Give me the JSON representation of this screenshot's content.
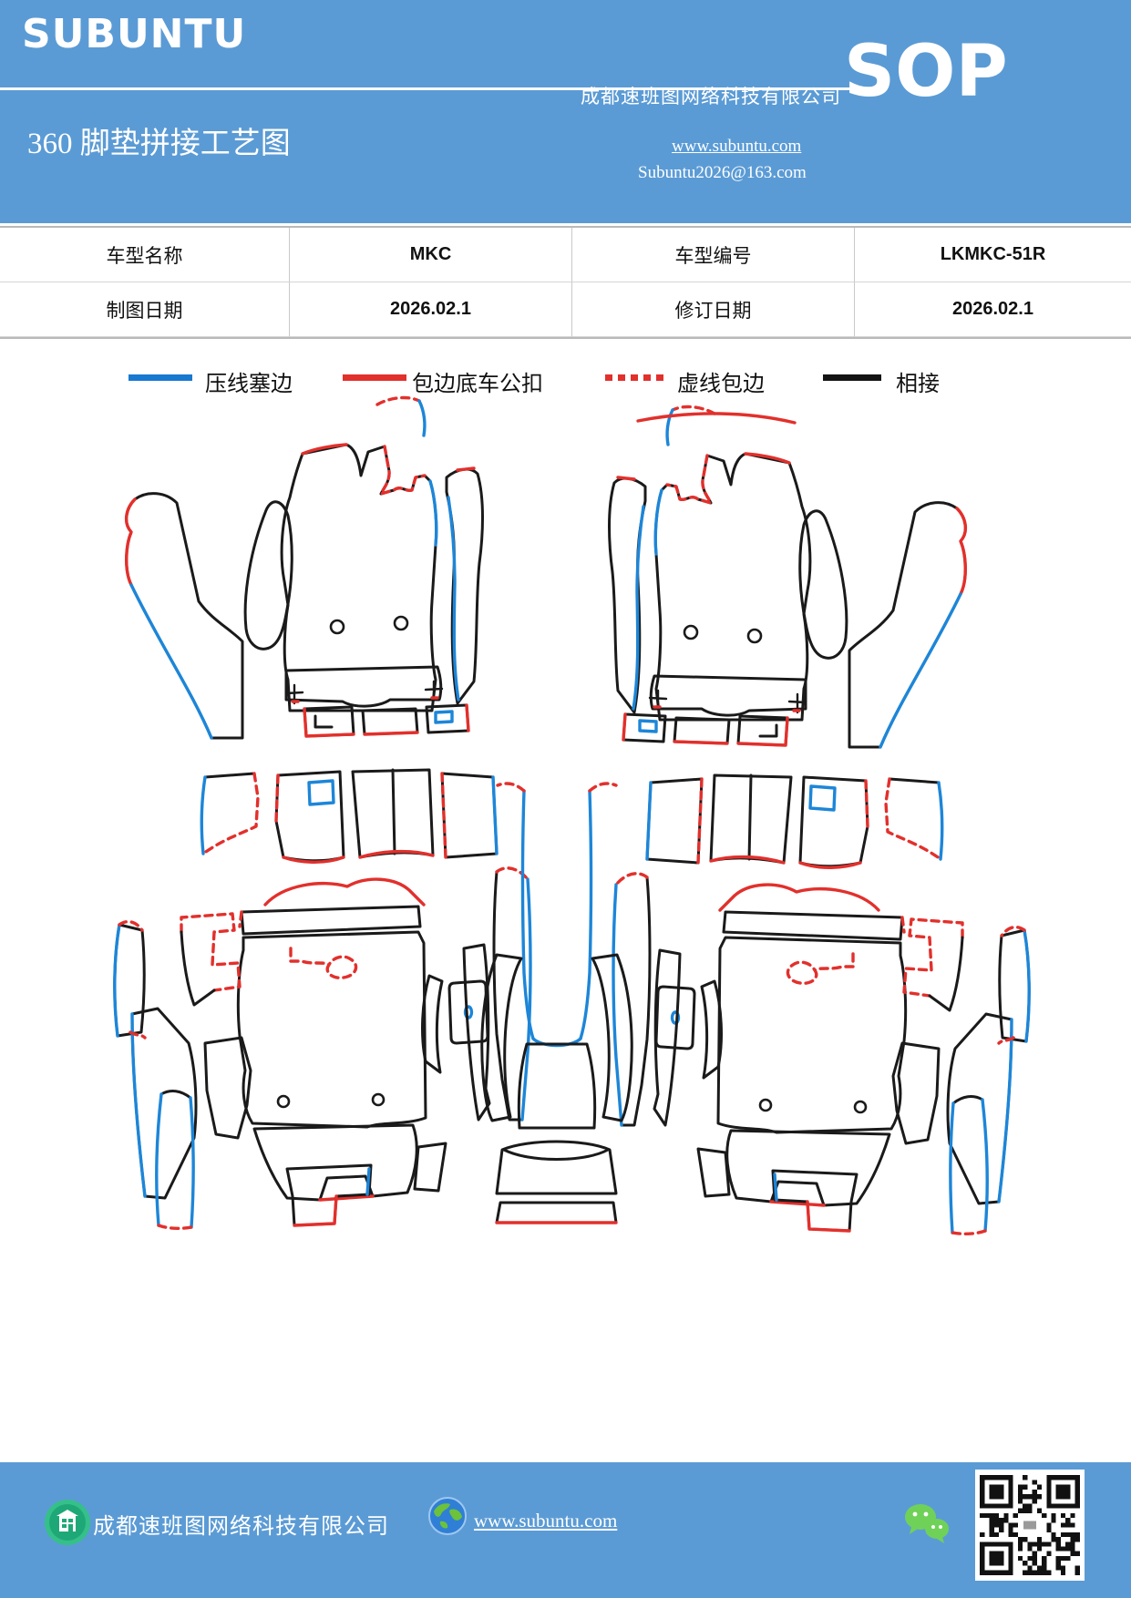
{
  "header": {
    "logo": "SUBUNTU",
    "title": "360 脚垫拼接工艺图",
    "company": "成都速班图网络科技有限公司",
    "badge": "SOP",
    "website": "www.subuntu.com",
    "email": "Subuntu2026@163.com"
  },
  "info_table": {
    "rows": [
      [
        "车型名称",
        "MKC",
        "车型编号",
        "LKMKC-51R"
      ],
      [
        "制图日期",
        "2026.02.1",
        "修订日期",
        "2026.02.1"
      ]
    ]
  },
  "legend": {
    "items": [
      {
        "label": "压线塞边",
        "color": "#1779d0",
        "style": "solid"
      },
      {
        "label": "包边底车公扣",
        "color": "#e2302c",
        "style": "solid"
      },
      {
        "label": "虚线包边",
        "color": "#e2302c",
        "style": "dashed"
      },
      {
        "label": "相接",
        "color": "#141414",
        "style": "solid"
      }
    ]
  },
  "diagram": {
    "description": "360 car foot-mat splicing pattern pieces: front-left mat set, front-right mat set, rear-left mat set, rear center tunnel set, rear-right mat set",
    "stroke_colors": {
      "outline": "#1a1a1a",
      "press_edge": "#1d86d8",
      "bind_edge": "#e2302c",
      "dashed_bind": "#e2302c"
    },
    "groups": [
      "front-left-mat",
      "front-right-mat",
      "rear-left-mat",
      "rear-center-tunnel",
      "rear-right-mat"
    ]
  },
  "footer": {
    "company": "成都速班图网络科技有限公司",
    "website": "www.subuntu.com",
    "icons": [
      "building-icon",
      "globe-icon",
      "wechat-icon",
      "qr-code"
    ]
  }
}
